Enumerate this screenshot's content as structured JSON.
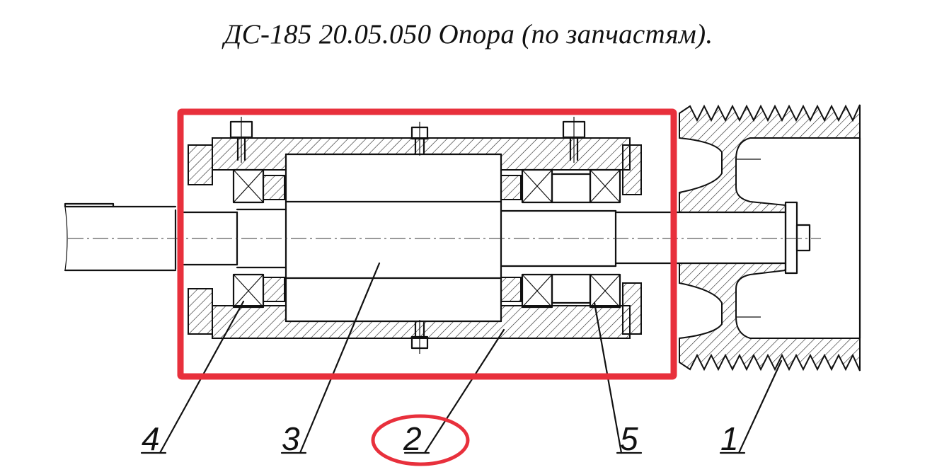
{
  "title": "ДС-185 20.05.050 Опора (по запчастям).",
  "callouts": [
    {
      "id": "1",
      "label": "1"
    },
    {
      "id": "2",
      "label": "2"
    },
    {
      "id": "3",
      "label": "3"
    },
    {
      "id": "4",
      "label": "4"
    },
    {
      "id": "5",
      "label": "5"
    }
  ],
  "highlight": {
    "box_color": "#e8303c",
    "circle_color": "#e8303c",
    "circled_callout": "2"
  }
}
